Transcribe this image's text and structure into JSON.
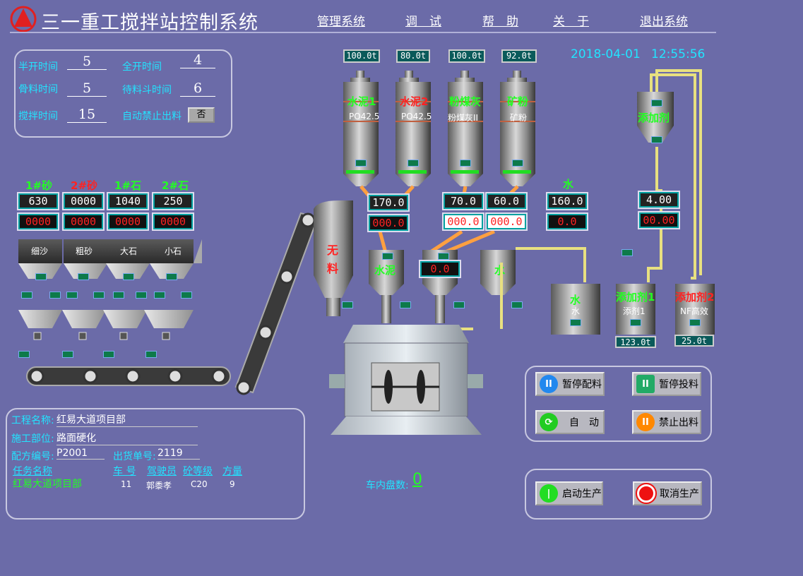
{
  "app": {
    "title": "三一重工搅拌站控制系统",
    "logo_icon": "sany-logo-icon"
  },
  "menu": [
    "管理系统",
    "调　试",
    "帮　助",
    "关　于",
    "退出系统"
  ],
  "datetime": {
    "date": "2018-04-01",
    "time": "12:55:56"
  },
  "timing": {
    "half_open_label": "半开时间",
    "half_open": "5",
    "full_open_label": "全开时间",
    "full_open": "4",
    "aggregate_label": "骨料时间",
    "aggregate": "5",
    "wait_label": "待料斗时间",
    "wait": "6",
    "mix_label": "搅拌时间",
    "mix": "15",
    "auto_stop_label": "自动禁止出料",
    "auto_stop": "否"
  },
  "aggregates": [
    {
      "name": "1#砂",
      "color": "#22ff22",
      "set": "630",
      "actual": "0000",
      "bin": "细沙"
    },
    {
      "name": "2#砂",
      "color": "#ff2222",
      "set": "0000",
      "actual": "0000",
      "bin": "粗砂"
    },
    {
      "name": "1#石",
      "color": "#22ff22",
      "set": "1040",
      "actual": "0000",
      "bin": "大石"
    },
    {
      "name": "2#石",
      "color": "#22ff22",
      "set": "250",
      "actual": "0000",
      "bin": "小石"
    }
  ],
  "silos": [
    {
      "cap": "100.0t",
      "name": "水泥1",
      "sub": "PO42.5",
      "color": "#22ff22"
    },
    {
      "cap": "80.0t",
      "name": "水泥2",
      "sub": "PO42.5",
      "color": "#ff2222"
    },
    {
      "cap": "100.0t",
      "name": "粉煤灰",
      "sub": "粉煤灰II",
      "color": "#22ff22"
    },
    {
      "cap": "92.0t",
      "name": "矿粉",
      "sub": "矿粉",
      "color": "#22ff22"
    }
  ],
  "cement_scale": {
    "set": "170.0",
    "actual": "000.0",
    "label": "水泥"
  },
  "flyash_scale": {
    "set": "70.0",
    "actual": "000.0"
  },
  "slag_scale": {
    "set": "60.0",
    "actual": "000.0"
  },
  "mid_scale": {
    "actual": "0.0"
  },
  "water": {
    "title": "水",
    "set": "160.0",
    "actual": "0.0",
    "hopper": "水",
    "tank": "水",
    "tank_sub": "水"
  },
  "additive": {
    "title": "添加剂",
    "set": "4.00",
    "actual": "00.00",
    "tank1": "添加剂1",
    "tank1_sub": "添剂1",
    "tank1_cap": "123.0t",
    "tank2": "添加剂2",
    "tank2_sub": "NF高效",
    "tank2_cap": "25.0t"
  },
  "no_material": "无料",
  "buttons": {
    "pause_batch": "暂停配料",
    "pause_feed": "暂停投料",
    "auto": "自　动",
    "stop_discharge": "禁止出料",
    "start": "启动生产",
    "cancel": "取消生产"
  },
  "job": {
    "project_label": "工程名称:",
    "project": "红易大道项目部",
    "site_label": "施工部位:",
    "site": "路面硬化",
    "recipe_label": "配方编号:",
    "recipe": "P2001",
    "order_label": "出货单号:",
    "order": "2119",
    "cols": [
      "任务名称",
      "车 号",
      "驾驶员",
      "砼等级",
      "方量"
    ],
    "row": [
      "红易大道项目部",
      "11",
      "郭黍孝",
      "C20",
      "9"
    ]
  },
  "truck": {
    "label": "车内盘数:",
    "value": "0"
  }
}
